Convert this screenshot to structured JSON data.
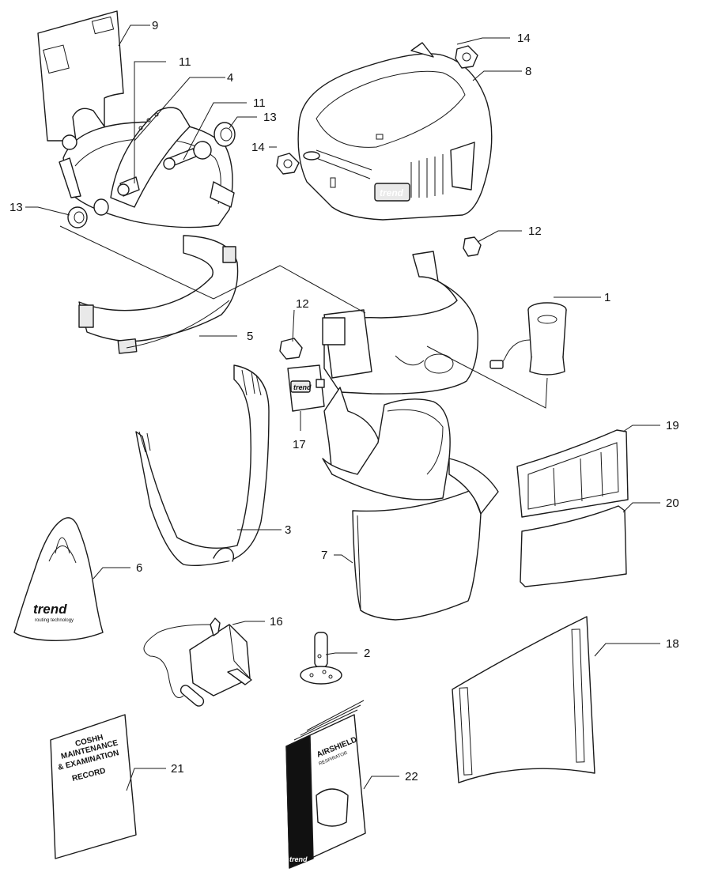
{
  "callouts": {
    "c1": "1",
    "c2": "2",
    "c3": "3",
    "c4": "4",
    "c5": "5",
    "c6": "6",
    "c7": "7",
    "c8": "8",
    "c9": "9",
    "c11a": "11",
    "c11b": "11",
    "c12a": "12",
    "c12b": "12",
    "c13a": "13",
    "c13b": "13",
    "c14a": "14",
    "c14b": "14",
    "c16": "16",
    "c17": "17",
    "c18": "18",
    "c19": "19",
    "c20": "20",
    "c21": "21",
    "c22": "22"
  },
  "brand": {
    "name": "trend",
    "tagline": "routing technology",
    "logo_color": "#111111"
  },
  "documents": {
    "coshh_line1": "COSHH",
    "coshh_line2": "MAINTENANCE",
    "coshh_line3": "& EXAMINATION",
    "coshh_line4": "RECORD",
    "manual_title": "AIRSHIELD",
    "manual_subtitle": "RESPIRATOR"
  },
  "colors": {
    "line": "#1a1a1a",
    "background": "#ffffff"
  }
}
